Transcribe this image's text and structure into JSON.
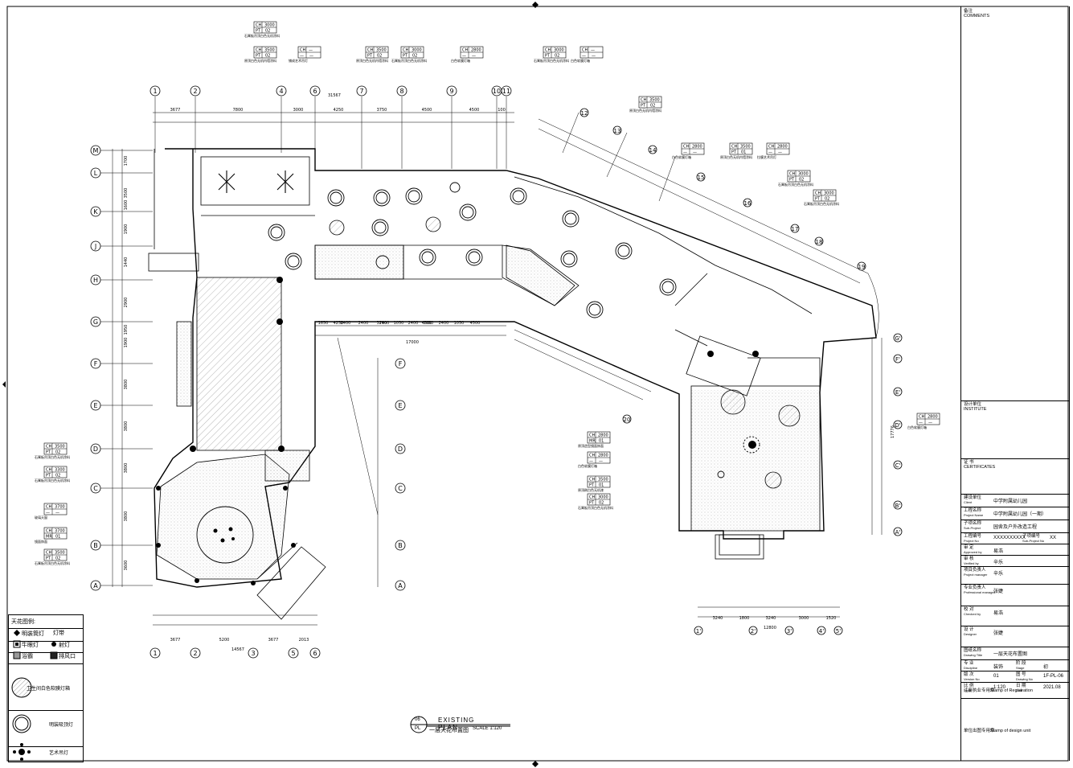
{
  "colors": {
    "ink": "#000000",
    "hatch": "#555555",
    "paper": "#ffffff"
  },
  "drawing": {
    "caption_title": "EXISTING PLAN",
    "caption_subtitle": "一层天花布置图",
    "caption_scale": "SCALE 1:120",
    "caption_num": "06",
    "caption_sheet": "PL",
    "grid_top": [
      "1",
      "2",
      "4",
      "6",
      "7",
      "8",
      "9",
      "10",
      "11"
    ],
    "grid_bottom": [
      "1",
      "2",
      "3",
      "5",
      "6"
    ],
    "grid_left": [
      "M",
      "L",
      "K",
      "J",
      "H",
      "G",
      "F",
      "E",
      "D",
      "C",
      "B",
      "A"
    ],
    "grid_right": [
      "F",
      "E",
      "D",
      "C",
      "B",
      "A"
    ],
    "grid_right2": [
      "G'",
      "F'",
      "E'",
      "D'",
      "C'",
      "B'",
      "A'"
    ],
    "grid_bottom2": [
      "1'",
      "2'",
      "3'",
      "4'",
      "5'"
    ],
    "grid_diag": [
      "12",
      "13",
      "14",
      "15",
      "16",
      "17",
      "18",
      "19",
      "20"
    ],
    "dim_top_total": "31567",
    "dim_top": [
      "3677",
      "7800",
      "3000",
      "4250",
      "3750",
      "4500",
      "4500",
      "100"
    ],
    "dim_bottom_total": "14567",
    "dim_bottom": [
      "3677",
      "5200",
      "3677",
      "2013"
    ],
    "dim_mid_total": "17000",
    "dim_mid": [
      "1650",
      "2400",
      "2400",
      "2400",
      "1050",
      "2400",
      "1050",
      "2400",
      "1050",
      "4250",
      "3750",
      "4500",
      "4500"
    ],
    "dim_left": [
      "1700",
      "3500",
      "1600",
      "1900",
      "1440",
      "2900",
      "1950",
      "1900",
      "3800",
      "3800",
      "3800",
      "3800",
      "3600"
    ],
    "dim_r2_total": "12800",
    "dim_r2": [
      "3240",
      "1800",
      "3240",
      "3000",
      "1520"
    ],
    "dim_right_total": "17776",
    "tags": [
      {
        "ch": "CH",
        "chv": "3000",
        "pt": "PT",
        "ptv": "02",
        "note": "石膏板吊顶白色无机涂料"
      },
      {
        "ch": "CH",
        "chv": "3500",
        "pt": "PT",
        "ptv": "02",
        "note": "原顶白色无机内墙涂料"
      },
      {
        "ch": "CH",
        "chv": "—",
        "pt": "—",
        "ptv": "—",
        "note": "铺成艺术吊灯"
      },
      {
        "ch": "CH",
        "chv": "3500",
        "pt": "PT",
        "ptv": "02",
        "note": "原顶白色无机内墙涂料"
      },
      {
        "ch": "CH",
        "chv": "3000",
        "pt": "PT",
        "ptv": "02",
        "note": "石膏板吊顶白色无机涂料"
      },
      {
        "ch": "CH",
        "chv": "2800",
        "pt": "—",
        "ptv": "—",
        "note": "白色软膜灯箱"
      },
      {
        "ch": "CH",
        "chv": "3000",
        "pt": "PT",
        "ptv": "02",
        "note": "石膏板吊顶白色无机涂料"
      },
      {
        "ch": "CH",
        "chv": "—",
        "pt": "—",
        "ptv": "—",
        "note": "白色软膜灯箱"
      },
      {
        "ch": "CH",
        "chv": "3500",
        "pt": "PT",
        "ptv": "02",
        "note": "原顶白色无机内墙涂料"
      },
      {
        "ch": "CH",
        "chv": "2800",
        "pt": "—",
        "ptv": "—",
        "note": "白色软膜灯箱"
      },
      {
        "ch": "CH",
        "chv": "3500",
        "pt": "PT",
        "ptv": "01",
        "note": "原顶白色无机内墙涂料"
      },
      {
        "ch": "CH",
        "chv": "2800",
        "pt": "—",
        "ptv": "—",
        "note": "拉膜艺术吊灯"
      },
      {
        "ch": "CH",
        "chv": "3000",
        "pt": "PT",
        "ptv": "02",
        "note": "石膏板吊顶白色无机涂料"
      },
      {
        "ch": "CH",
        "chv": "3000",
        "pt": "PT",
        "ptv": "02",
        "note": "石膏板吊顶白色无机涂料"
      },
      {
        "ch": "CH",
        "chv": "3500",
        "pt": "PT",
        "ptv": "02",
        "note": "石膏板吊顶白色无机涂料"
      },
      {
        "ch": "CH",
        "chv": "3300",
        "pt": "PT",
        "ptv": "02",
        "note": "石膏板吊顶白色无机涂料"
      },
      {
        "ch": "CH",
        "chv": "3700",
        "pt": "—",
        "ptv": "—",
        "note": "玻璃天窗"
      },
      {
        "ch": "CH",
        "chv": "3700",
        "pt": "MR",
        "ptv": "01",
        "note": "镜面饰面"
      },
      {
        "ch": "CH",
        "chv": "3500",
        "pt": "PT",
        "ptv": "02",
        "note": "石膏板吊顶白色无机涂料"
      },
      {
        "ch": "CH",
        "chv": "2800",
        "pt": "MR",
        "ptv": "01",
        "note": "原顶造型镜面饰面"
      },
      {
        "ch": "CH",
        "chv": "2800",
        "pt": "—",
        "ptv": "—",
        "note": "白色软膜灯箱"
      },
      {
        "ch": "CH",
        "chv": "3500",
        "pt": "PT",
        "ptv": "01",
        "note": "原顶刷白色无机漆"
      },
      {
        "ch": "CH",
        "chv": "3000",
        "pt": "PT",
        "ptv": "02",
        "note": "石膏板吊顶白色无机涂料"
      },
      {
        "ch": "CH",
        "chv": "2800",
        "pt": "—",
        "ptv": "—",
        "note": "白色软膜灯箱"
      }
    ]
  },
  "legend": {
    "title": "天花图例:",
    "header": "灯带",
    "items": [
      {
        "icon": "diamond-icon",
        "label": "明装筒灯"
      },
      {
        "icon": "square-icon",
        "label": "牛眼灯"
      },
      {
        "icon": "spot-icon",
        "label": "射灯"
      },
      {
        "icon": "hatched-square-icon",
        "label": "浴霸"
      },
      {
        "icon": "solid-square-icon",
        "label": "排风口"
      },
      {
        "icon": "hatched-circle-icon",
        "label": "卫生间白色软膜灯箱"
      },
      {
        "icon": "ring-icon",
        "label": "明装吸顶灯"
      },
      {
        "icon": "chandelier-icon",
        "label": "艺术吊灯"
      }
    ]
  },
  "title_block": {
    "remarks": "备注",
    "remarks_en": "COMMENTS",
    "design_unit": "设计单位",
    "design_unit_en": "INSTITUTE",
    "cert": "证 书",
    "cert_en": "CERTIFICATES",
    "client_label": "建设单位",
    "client_label_en": "Client",
    "client": "中学附属幼儿园",
    "project_label": "工程名称",
    "project_label_en": "Project Name",
    "project": "中学附属幼儿园（一期）",
    "subproject_label": "子项名称",
    "subproject_label_en": "Sub-Project",
    "subproject": "园舍及户外改造工程",
    "project_no_label": "工程编号",
    "project_no_label_en": "Project No",
    "project_no": "XXXXXXXXXX",
    "sub_no_label": "子项编号",
    "sub_no_label_en": "Sub-Project No",
    "sub_no": "XX",
    "approved_label": "审 定",
    "approved_label_en": "Approved by",
    "approved": "易浩",
    "verified_label": "审 核",
    "verified_label_en": "Verified by",
    "verified": "辛乐",
    "pm_label": "项目负责人",
    "pm_label_en": "Project manager",
    "pm": "辛乐",
    "prof_label": "专业负责人",
    "prof_label_en": "Professional manager",
    "prof": "张婕",
    "checked_label": "校 对",
    "checked_label_en": "Checked by",
    "checked": "易浩",
    "design_label": "设 计",
    "design_label_en": "Designer",
    "design": "张婕",
    "drawing_title_label": "图纸名称",
    "drawing_title_label_en": "Drawing Title",
    "drawing_title": "一层天花布置图",
    "discipline_label": "专 业",
    "discipline_label_en": "Discipline",
    "discipline": "装饰",
    "stage_label": "阶 段",
    "stage_label_en": "Stage",
    "stage": "初",
    "version_label": "版 次",
    "version_label_en": "Version No",
    "version": "01",
    "drawing_no_label": "图 号",
    "drawing_no_label_en": "Drawing No",
    "drawing_no": "1F-PL-06",
    "scale_label": "比 例",
    "scale_label_en": "Scale",
    "scale": "1:120",
    "date_label": "日 期",
    "date_label_en": "Date",
    "date": "2021.08",
    "reg_stamp": "注册执业专用章",
    "reg_stamp_en": "Stamp of Registration",
    "unit_stamp": "单位出图专用章",
    "unit_stamp_en": "Stamp of design unit"
  }
}
